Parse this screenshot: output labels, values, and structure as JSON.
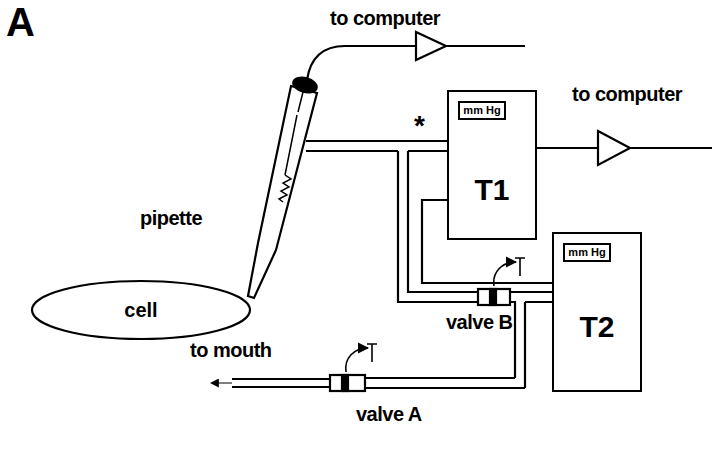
{
  "diagram": {
    "nodes": [
      {
        "text": [
          "T1"
        ]
      },
      {
        "text": [
          "mm Hg"
        ],
        "in": 0
      },
      {
        "text": [
          "T2"
        ]
      },
      {
        "text": [
          "mm Hg"
        ],
        "in": 2
      },
      {
        "text": [
          "cell"
        ]
      }
    ],
    "labels": [
      "A",
      "to computer",
      "to computer",
      "pipette",
      "*",
      "valve B",
      "to mouth",
      "valve A"
    ]
  }
}
